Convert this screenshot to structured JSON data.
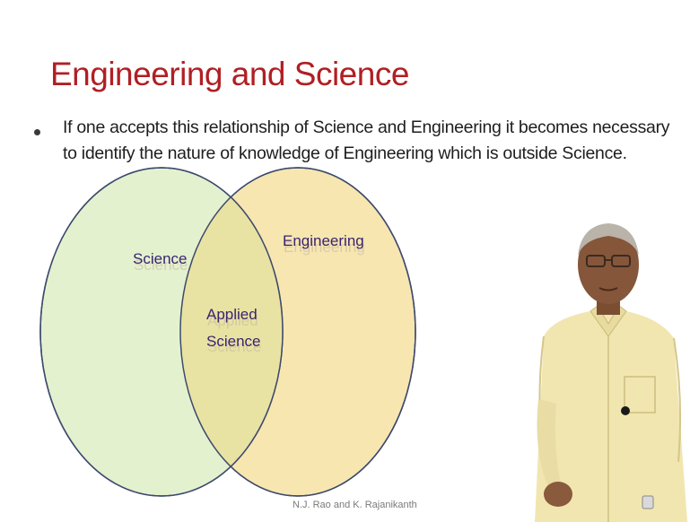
{
  "slide": {
    "title": "Engineering and Science",
    "bullet": "If one accepts this relationship of Science and Engineering it becomes necessary to identify the nature of knowledge of Engineering which is outside Science.",
    "footer": "N.J. Rao and K. Rajanikanth"
  },
  "venn": {
    "left_label": "Science",
    "right_label": "Engineering",
    "overlap_label_line1": "Applied",
    "overlap_label_line2": "Science",
    "colors": {
      "left_fill": "#e3f1cf",
      "right_fill": "#f7e6b0",
      "overlap_fill": "#e9e3a3",
      "outline": "#3e4a6e"
    }
  },
  "presenter": {
    "icon": "presenter-photo"
  }
}
